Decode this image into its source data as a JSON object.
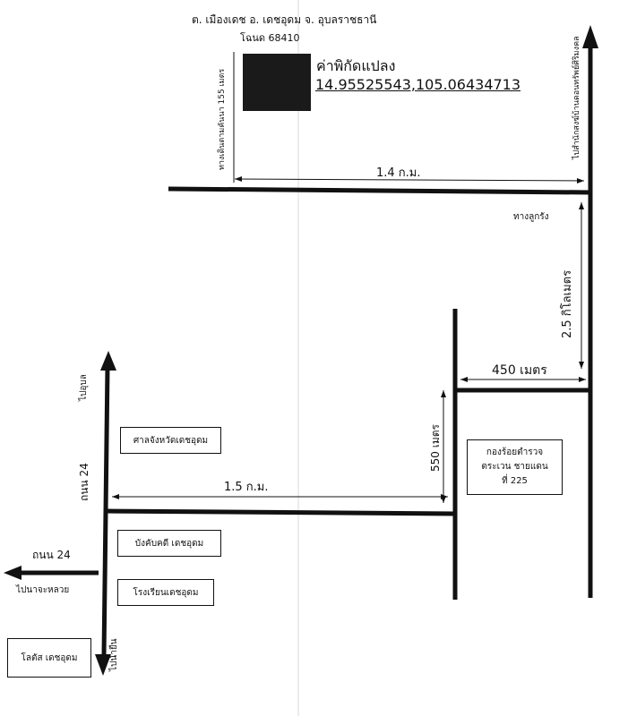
{
  "header": {
    "address_line": "ต. เมืองเดช   อ. เดชอุดม    จ.  อุบลราชธานี",
    "postal": "โฉนด 68410"
  },
  "parcel": {
    "coord_label": "ค่าพิกัดแปลง",
    "coord_value": "14.95525543,105.06434713",
    "swatch_color": "#1a1a1a"
  },
  "labels": {
    "road_left_dist": "ทางเดินตามคันนา  155  เมตร",
    "top_road_dist": "1.4    ก.ม.",
    "right_road_dest": "ไปสำนักสงฆ์บ้านดอนทรัพย์ศิริมงคล",
    "tang_look_rang": "ทางลูกรัง",
    "dist_2_5": "2.5  กิโลเมตร",
    "dist_450": "450  เมตร",
    "dist_550": "550  เมตร",
    "dist_1_5": "1.5    ก.ม.",
    "to_ubon": "ไปอุบล",
    "road_24_vertical": "ถนน  24",
    "road_24_horizontal": "ถนน  24",
    "to_nachaluay": "ไปนาจะหลวย",
    "to_nam_yuen": "ไปน้ำยืน"
  },
  "places": {
    "court": "ศาลจังหวัดเดชอุดม",
    "enforcement": "บังคับคดี  เดชอุดม",
    "school": "โรงเรียนเดชอุดม",
    "lotus": "โลตัส  เดชอุดม",
    "border_police_1": "กองร้อยตำรวจ",
    "border_police_2": "ตระเวน ชายแดน",
    "border_police_3": "ที่ 225"
  }
}
